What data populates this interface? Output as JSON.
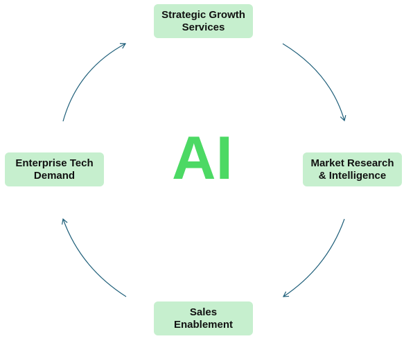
{
  "diagram": {
    "center_label": "AI",
    "center_color": "#4cd964",
    "node_fill": "#c6efce",
    "arrow_color": "#1f5f7a",
    "nodes": [
      {
        "id": "top",
        "label": "Strategic Growth\nServices"
      },
      {
        "id": "right",
        "label": "Market Research\n& Intelligence"
      },
      {
        "id": "bottom",
        "label": "Sales\nEnablement"
      },
      {
        "id": "left",
        "label": "Enterprise Tech\nDemand"
      }
    ]
  }
}
